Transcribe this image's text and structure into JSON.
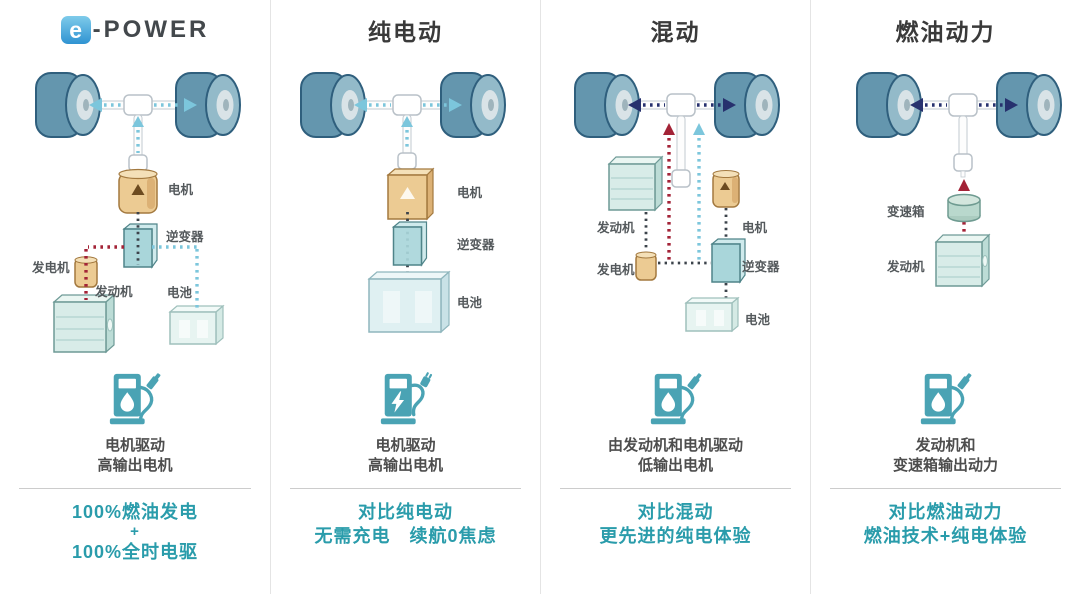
{
  "page": {
    "background": "#ffffff"
  },
  "colors": {
    "teal_text": "#2a9cab",
    "icon_teal": "#4aa3b4",
    "red_flow": "#a32337",
    "cyan_flow": "#7cc6dc",
    "navy_flow": "#27316e",
    "header_text": "#3a3a3a",
    "label_text": "#54595c"
  },
  "columns": [
    {
      "id": "epower",
      "logo_e": "e",
      "logo_rest": "-POWER",
      "labels": {
        "motor": "电机",
        "inverter": "逆变器",
        "generator": "发电机",
        "engine": "发动机",
        "battery": "电池"
      },
      "icon": "fuel-pump-icon",
      "desc": [
        "电机驱动",
        "高输出电机"
      ],
      "tagline": [
        "100%燃油发电",
        "+",
        "100%全时电驱"
      ]
    },
    {
      "id": "pure-ev",
      "title": "纯电动",
      "labels": {
        "motor": "电机",
        "inverter": "逆变器",
        "battery": "电池"
      },
      "icon": "charging-station-icon",
      "desc": [
        "电机驱动",
        "高输出电机"
      ],
      "tagline": [
        "对比纯电动",
        "无需充电　续航0焦虑"
      ]
    },
    {
      "id": "hybrid",
      "title": "混动",
      "labels": {
        "engine": "发动机",
        "motor": "电机",
        "generator": "发电机",
        "inverter": "逆变器",
        "battery": "电池"
      },
      "icon": "fuel-pump-icon",
      "desc": [
        "由发动机和电机驱动",
        "低输出电机"
      ],
      "tagline": [
        "对比混动",
        "更先进的纯电体验"
      ]
    },
    {
      "id": "fuel",
      "title": "燃油动力",
      "labels": {
        "gearbox": "变速箱",
        "engine": "发动机"
      },
      "icon": "fuel-pump-icon",
      "desc": [
        "发动机和",
        "变速箱输出动力"
      ],
      "tagline": [
        "对比燃油动力",
        "燃油技术+纯电体验"
      ]
    }
  ]
}
